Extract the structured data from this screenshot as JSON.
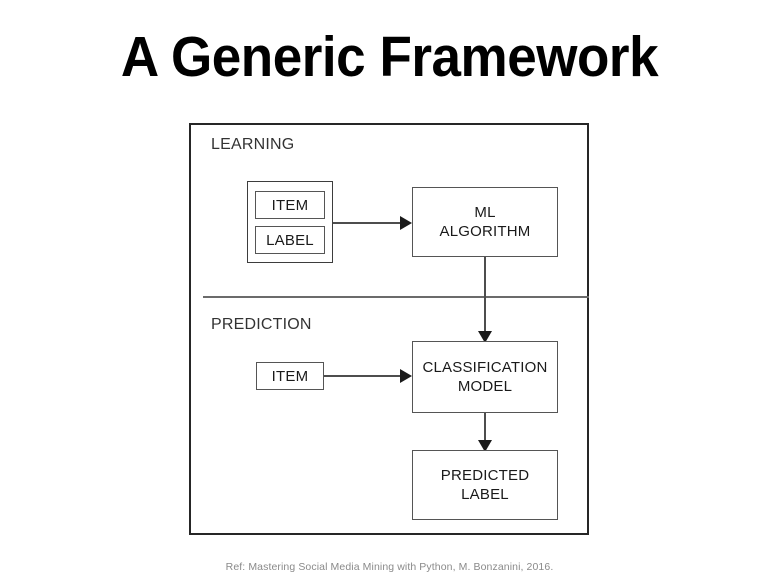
{
  "slide": {
    "title": "A Generic Framework",
    "footer_reference": "Ref: Mastering Social Media Mining with Python, M. Bonzanini, 2016."
  },
  "diagram": {
    "type": "flowchart",
    "sections": [
      {
        "id": "learning",
        "label": "LEARNING",
        "nodes": [
          {
            "id": "training-group",
            "label": "",
            "kind": "group"
          },
          {
            "id": "training-item",
            "label": "ITEM",
            "kind": "box"
          },
          {
            "id": "training-label",
            "label": "LABEL",
            "kind": "box"
          },
          {
            "id": "ml-algorithm",
            "label": "ML\nALGORITHM",
            "line1": "ML",
            "line2": "ALGORITHM",
            "kind": "box"
          }
        ],
        "edges": [
          {
            "from": "training-group",
            "to": "ml-algorithm",
            "direction": "right"
          }
        ]
      },
      {
        "id": "prediction",
        "label": "PREDICTION",
        "nodes": [
          {
            "id": "prediction-item",
            "label": "ITEM",
            "kind": "box"
          },
          {
            "id": "classification-model",
            "line1": "CLASSIFICATION",
            "line2": "MODEL",
            "kind": "box"
          },
          {
            "id": "predicted-label",
            "line1": "PREDICTED",
            "line2": "LABEL",
            "kind": "box"
          }
        ],
        "edges": [
          {
            "from": "prediction-item",
            "to": "classification-model",
            "direction": "right"
          },
          {
            "from": "ml-algorithm",
            "to": "classification-model",
            "direction": "down"
          },
          {
            "from": "classification-model",
            "to": "predicted-label",
            "direction": "down"
          }
        ]
      }
    ],
    "colors": {
      "frame_border": "#262626",
      "node_border": "#555555",
      "connector": "#4d4d4d",
      "divider": "#6b6b6b",
      "text": "#1a1a1a",
      "section_label": "#333333",
      "background": "#ffffff"
    }
  }
}
